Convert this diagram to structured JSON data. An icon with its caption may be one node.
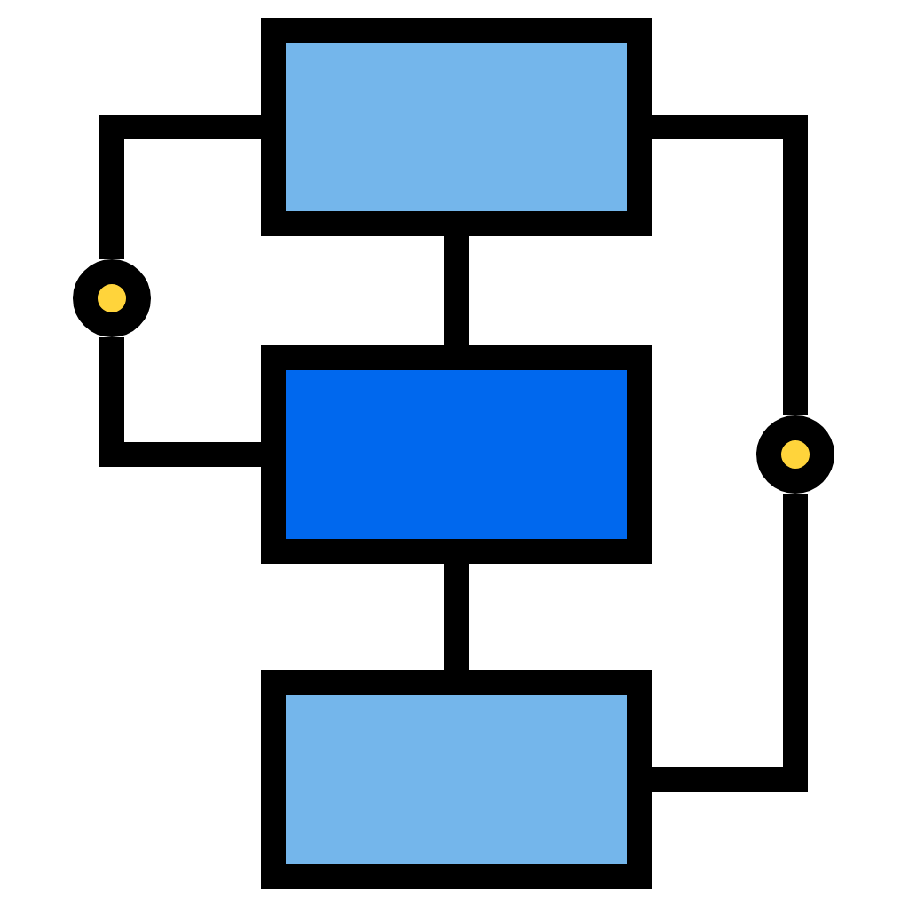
{
  "diagram": {
    "nodes": [
      {
        "text": [],
        "shape": "box"
      },
      {
        "text": [],
        "shape": "circle"
      },
      {
        "text": [],
        "shape": "box"
      },
      {
        "text": [],
        "shape": "circle"
      },
      {
        "text": [],
        "shape": "box"
      }
    ],
    "edges": [
      {
        "from": 0,
        "to": 2,
        "arrow": "none"
      },
      {
        "from": 2,
        "to": 4,
        "arrow": "none"
      },
      {
        "from": 0,
        "to": 1,
        "arrow": "none"
      },
      {
        "from": 1,
        "to": 2,
        "arrow": "none"
      },
      {
        "from": 0,
        "to": 3,
        "arrow": "none"
      },
      {
        "from": 3,
        "to": 4,
        "arrow": "none"
      }
    ]
  }
}
